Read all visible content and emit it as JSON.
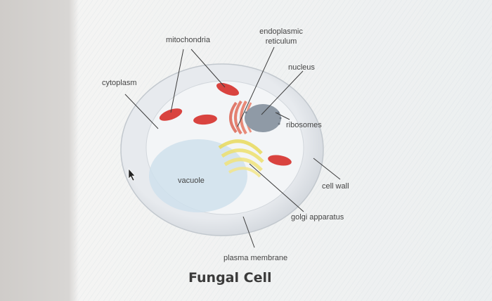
{
  "diagram": {
    "title": "Fungal Cell",
    "labels": {
      "mitochondria": "mitochondria",
      "endoplasmic_reticulum_line1": "endoplasmic",
      "endoplasmic_reticulum_line2": "reticulum",
      "nucleus": "nucleus",
      "cytoplasm": "cytoplasm",
      "ribosomes": "ribosomes",
      "vacuole": "vacuole",
      "cell_wall": "cell wall",
      "golgi_apparatus": "golgi apparatus",
      "plasma_membrane": "plasma membrane"
    },
    "colors": {
      "cell_wall": "#dfe2e6",
      "cytoplasm": "#f1f3f5",
      "vacuole": "#cfe3ee",
      "mitochondria": "#d9433f",
      "endoplasmic_reticulum": "#e07a6c",
      "nucleus": "#8f9aa6",
      "golgi": "#ede07a"
    }
  }
}
